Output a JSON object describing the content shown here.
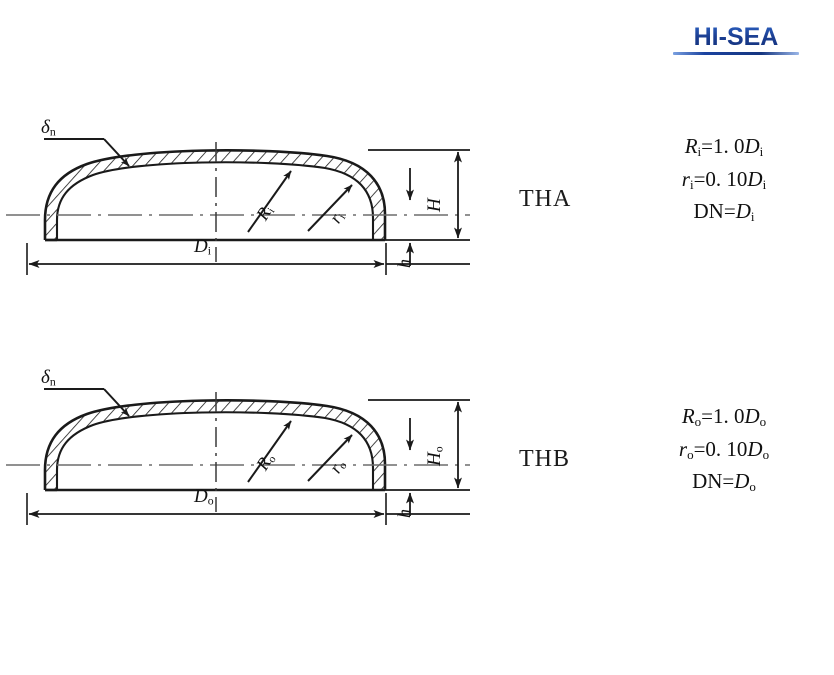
{
  "logo": {
    "text": "HI-SEA",
    "color": "#1b43a0"
  },
  "diagrams": [
    {
      "id": "tha",
      "tag": "THA",
      "labels": {
        "thickness": "δ",
        "thickness_sub": "n",
        "diameter": "D",
        "diameter_sub": "i",
        "crown_radius": "R",
        "crown_radius_sub": "i",
        "knuckle_radius": "r",
        "knuckle_radius_sub": "i",
        "height": "H",
        "height_sub": "",
        "straight_flange": "h",
        "straight_flange_sub": ""
      },
      "formulas": [
        {
          "lhs": "R",
          "lhs_sub": "i",
          "op": "=",
          "rhs": "1. 0",
          "rhs_var": "D",
          "rhs_sub": "i",
          "lhs_italic": true,
          "rhs_italic": true
        },
        {
          "lhs": "r",
          "lhs_sub": "i",
          "op": "=",
          "rhs": "0. 10",
          "rhs_var": "D",
          "rhs_sub": "i",
          "lhs_italic": true,
          "rhs_italic": true
        },
        {
          "lhs": "DN",
          "lhs_sub": "",
          "op": "=",
          "rhs": "",
          "rhs_var": "D",
          "rhs_sub": "i",
          "lhs_italic": false,
          "rhs_italic": true
        }
      ]
    },
    {
      "id": "thb",
      "tag": "THB",
      "labels": {
        "thickness": "δ",
        "thickness_sub": "n",
        "diameter": "D",
        "diameter_sub": "o",
        "crown_radius": "R",
        "crown_radius_sub": "o",
        "knuckle_radius": "r",
        "knuckle_radius_sub": "o",
        "height": "H",
        "height_sub": "o",
        "straight_flange": "h",
        "straight_flange_sub": ""
      },
      "formulas": [
        {
          "lhs": "R",
          "lhs_sub": "o",
          "op": "=",
          "rhs": "1. 0",
          "rhs_var": "D",
          "rhs_sub": "o",
          "lhs_italic": true,
          "rhs_italic": true
        },
        {
          "lhs": "r",
          "lhs_sub": "o",
          "op": "=",
          "rhs": "0. 10",
          "rhs_var": "D",
          "rhs_sub": "o",
          "lhs_italic": true,
          "rhs_italic": true
        },
        {
          "lhs": "DN",
          "lhs_sub": "",
          "op": "=",
          "rhs": "",
          "rhs_var": "D",
          "rhs_sub": "o",
          "lhs_italic": false,
          "rhs_italic": true
        }
      ]
    }
  ],
  "colors": {
    "line": "#1a1a1a",
    "centerline": "#6d6d6d",
    "background": "#ffffff"
  }
}
